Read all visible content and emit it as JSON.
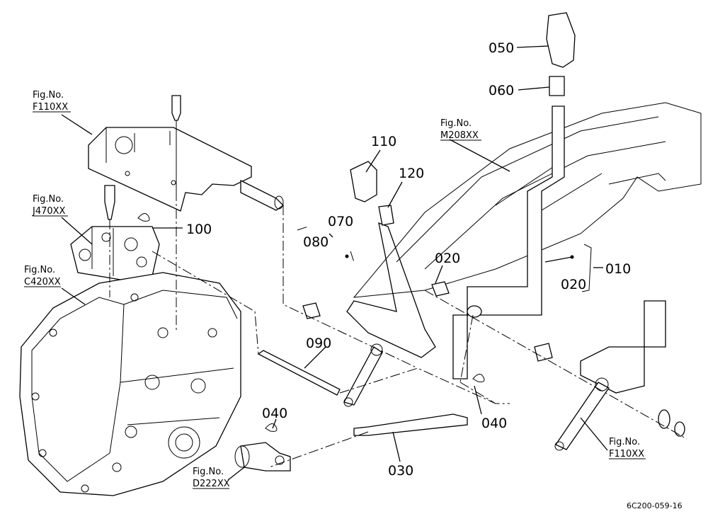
{
  "parts": {
    "p050": "050",
    "p060": "060",
    "p110": "110",
    "p120": "120",
    "p070": "070",
    "p080": "080",
    "p100": "100",
    "p020a": "020",
    "p010": "010",
    "p020b": "020",
    "p090": "090",
    "p040a": "040",
    "p040b": "040",
    "p030": "030"
  },
  "figure_refs": {
    "f110_top": {
      "fig": "Fig.No.",
      "code": "F110XX"
    },
    "j470": {
      "fig": "Fig.No.",
      "code": "J470XX"
    },
    "c420": {
      "fig": "Fig.No.",
      "code": "C420XX"
    },
    "m208": {
      "fig": "Fig.No.",
      "code": "M208XX"
    },
    "d222": {
      "fig": "Fig.No.",
      "code": "D222XX"
    },
    "f110_bottom": {
      "fig": "Fig.No.",
      "code": "F110XX"
    }
  },
  "drawing_code": "6C200-059-16"
}
